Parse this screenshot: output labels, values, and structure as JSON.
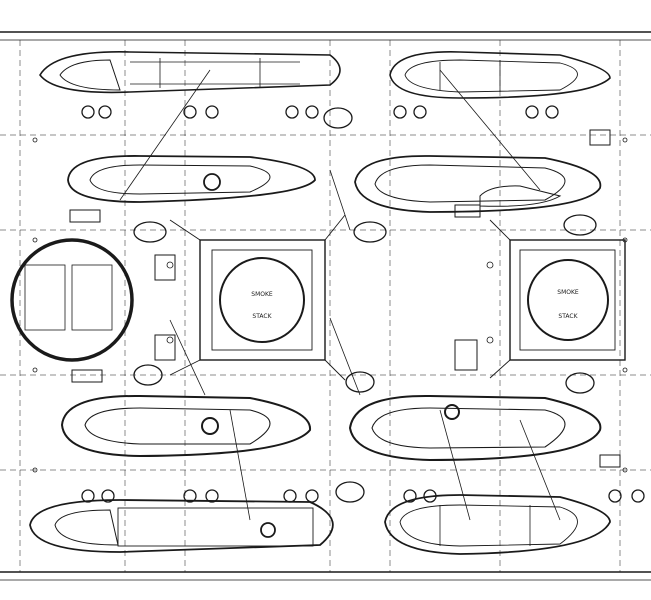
{
  "labels": {
    "funnel_left_line1": "SMOKE",
    "funnel_left_line2": "STACK",
    "funnel_right_line1": "SMOKE",
    "funnel_right_line2": "STACK"
  },
  "colors": {
    "ink": "#1a1a1a",
    "paper": "#ffffff"
  }
}
